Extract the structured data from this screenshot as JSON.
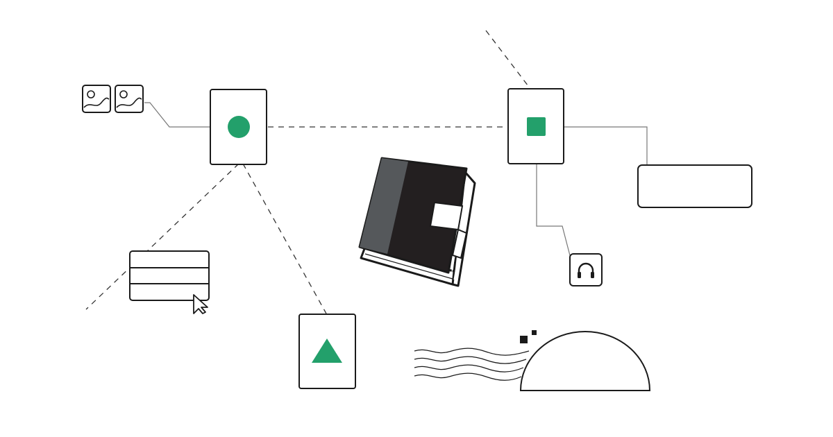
{
  "colors": {
    "background": "#ffffff",
    "ink": "#1a1a1a",
    "accent_green": "#23a06b",
    "book_dark": "#231f20",
    "book_spine": "#55585b"
  },
  "nodes": [
    {
      "id": "card-circle",
      "icon": "green-circle-icon"
    },
    {
      "id": "card-square",
      "icon": "green-square-icon"
    },
    {
      "id": "card-triangle",
      "icon": "green-triangle-icon"
    },
    {
      "id": "image-thumbnails",
      "icon": "image-icon"
    },
    {
      "id": "text-list",
      "icon": "cursor-arrow-icon"
    },
    {
      "id": "empty-panel",
      "icon": "none"
    },
    {
      "id": "audio-tile",
      "icon": "headphones-icon"
    },
    {
      "id": "central-book",
      "icon": "book-icon"
    },
    {
      "id": "dome-hill",
      "icon": "dome-icon"
    }
  ]
}
